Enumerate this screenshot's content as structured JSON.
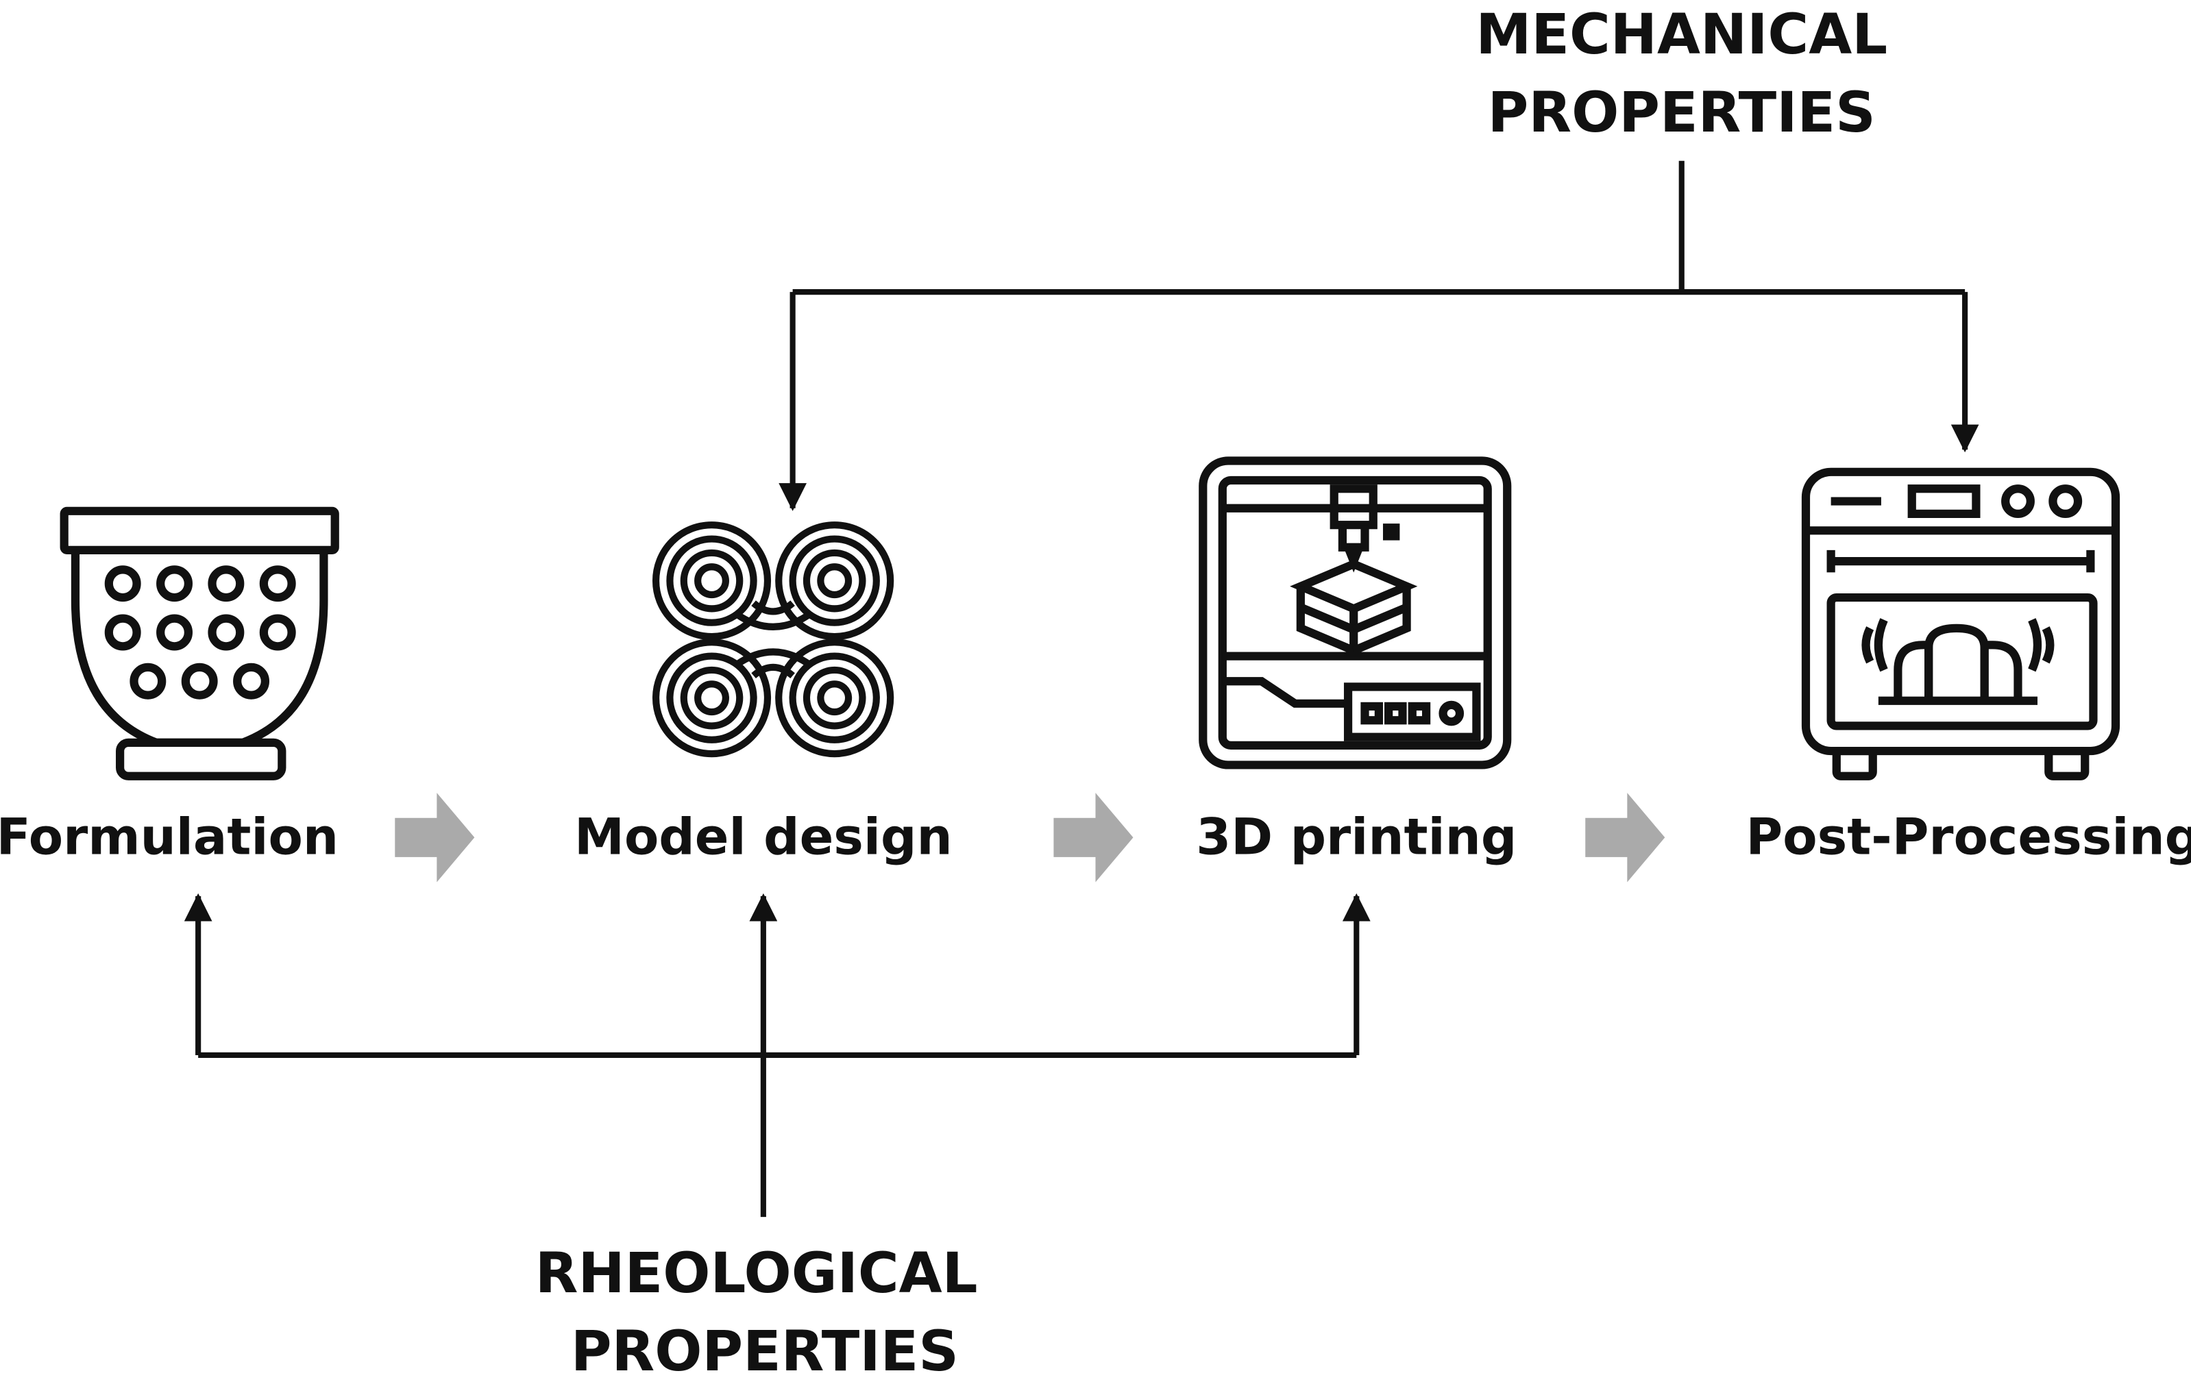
{
  "stages": [
    {
      "label": "Formulation",
      "icon": "bowl-icon"
    },
    {
      "label": "Model design",
      "icon": "maze-pattern-icon"
    },
    {
      "label": "3D printing",
      "icon": "3d-printer-icon"
    },
    {
      "label": "Post-Processing",
      "icon": "oven-icon"
    }
  ],
  "mechanical": {
    "line1": "MECHANICAL",
    "line2": "PROPERTIES"
  },
  "rheological": {
    "line1": "RHEOLOGICAL",
    "line2": "PROPERTIES"
  },
  "colors": {
    "line": "#111111",
    "flow_arrow": "#aaaaaa",
    "background": "#ffffff"
  }
}
